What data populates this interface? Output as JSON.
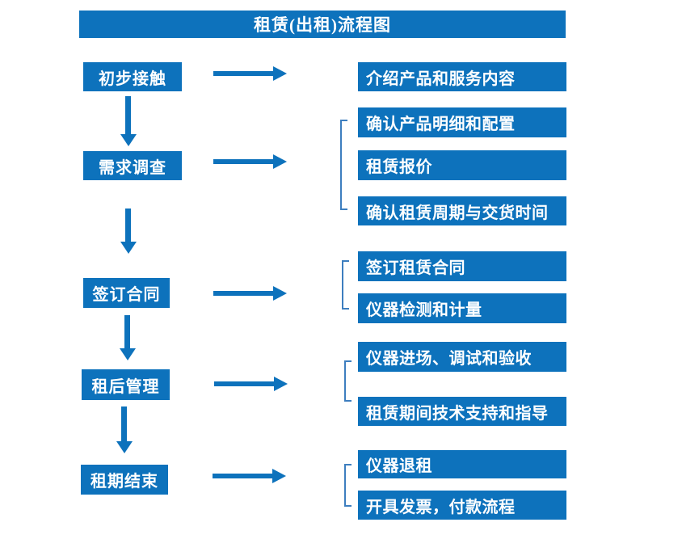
{
  "title": "租赁(出租)流程图",
  "colors": {
    "primary_blue": "#0d72bc",
    "bracket_blue": "#3d7ebf",
    "text_white": "#ffffff",
    "background": "#ffffff"
  },
  "stages": [
    {
      "label": "初步接触",
      "details": [
        "介绍产品和服务内容"
      ]
    },
    {
      "label": "需求调查",
      "details": [
        "确认产品明细和配置",
        "租赁报价",
        "确认租赁周期与交货时间"
      ]
    },
    {
      "label": "签订合同",
      "details": [
        "签订租赁合同",
        "仪器检测和计量"
      ]
    },
    {
      "label": "租后管理",
      "details": [
        "仪器进场、调试和验收",
        "租赁期间技术支持和指导"
      ]
    },
    {
      "label": "租期结束",
      "details": [
        "仪器退租",
        "开具发票，付款流程"
      ]
    }
  ]
}
